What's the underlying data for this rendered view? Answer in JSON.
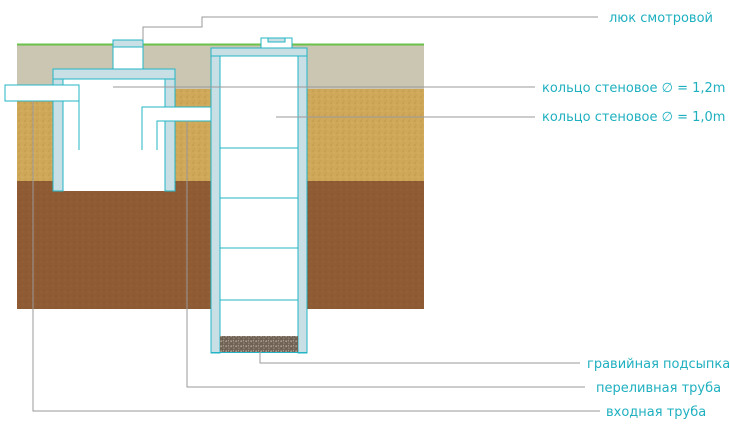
{
  "labels": {
    "manhole": "люк смотровой",
    "ring_12": "кольцо стеновое ∅ = 1,2m",
    "ring_10": "кольцо стеновое ∅ = 1,0m",
    "gravel": "гравийная подсыпка",
    "overflow": "переливная труба",
    "inlet": "входная труба"
  },
  "colors": {
    "grass": "#6ac24a",
    "topsoil": "#cbc6b2",
    "sand": "#cfa85a",
    "clay": "#8f5b34",
    "wall": "#c9dfe6",
    "stroke": "#23b5c5",
    "gravel": "#7a6b5c",
    "leader": "#9a9a9a",
    "text": "#1fb0c0"
  }
}
